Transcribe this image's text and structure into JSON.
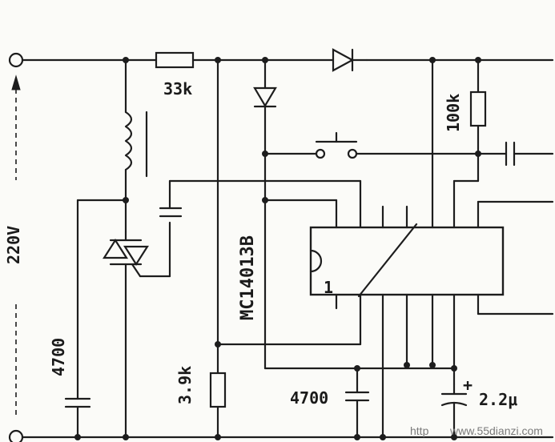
{
  "diagram": {
    "labels": {
      "supply_voltage": "220V",
      "r_top": "33k",
      "r_bias": "100k",
      "ic": "MC14013B",
      "cap_left": "4700",
      "r_bottom": "3.9k",
      "cap_mid": "4700",
      "cap_right": "2.2μ",
      "pin1": "1",
      "cap_polarity": "+"
    },
    "watermark": {
      "prefix": "http",
      "site": "www.55dianzi.com"
    }
  }
}
